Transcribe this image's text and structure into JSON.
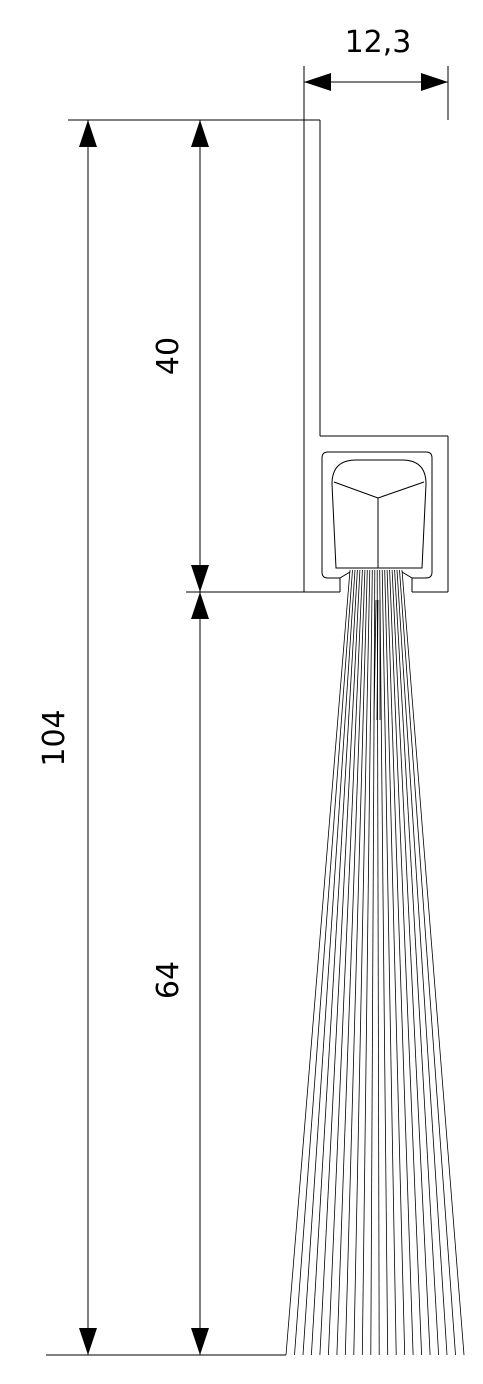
{
  "diagram": {
    "type": "technical-drawing",
    "units": "mm",
    "dimensions": {
      "total_height": "104",
      "profile_height": "40",
      "brush_length": "64",
      "profile_width": "12,3"
    },
    "colors": {
      "line": "#000000",
      "background": "#ffffff"
    }
  }
}
